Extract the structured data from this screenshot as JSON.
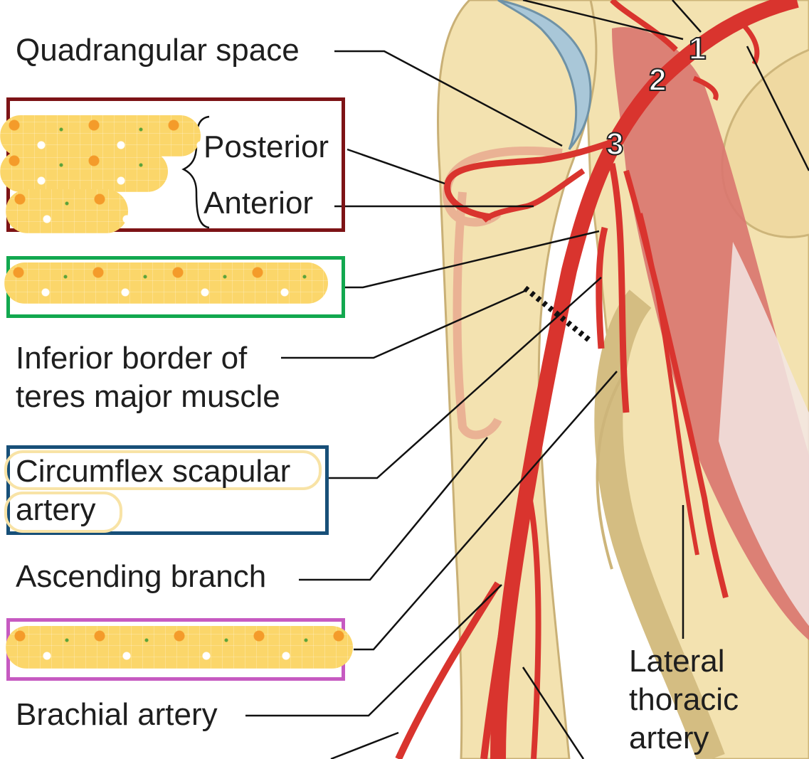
{
  "labels": {
    "quadrangular_space": "Quadrangular space",
    "posterior": "Posterior",
    "anterior": "Anterior",
    "inferior_border_line1": "Inferior border of",
    "inferior_border_line2": "teres major muscle",
    "circumflex_line1": "Circumflex scapular",
    "circumflex_line2": "artery",
    "ascending_branch": "Ascending branch",
    "brachial_artery": "Brachial artery",
    "lateral_line1": "Lateral",
    "lateral_line2": "thoracic",
    "lateral_line3": "artery"
  },
  "parts": {
    "p1": "1",
    "p2": "2",
    "p3": "3"
  },
  "colors": {
    "bone": "#f3e2b0",
    "bone_shadow": "#d9c388",
    "cartilage": "#a9c7d8",
    "muscle": "#d9756f",
    "tendon": "#f2e6e4",
    "artery": "#d9342e",
    "box_red": "#7d1316",
    "box_green": "#12a84f",
    "box_blue": "#174f78",
    "box_pink": "#c65ac1",
    "sticker": "#fbd66a",
    "highlight": "#f8e3a6"
  }
}
